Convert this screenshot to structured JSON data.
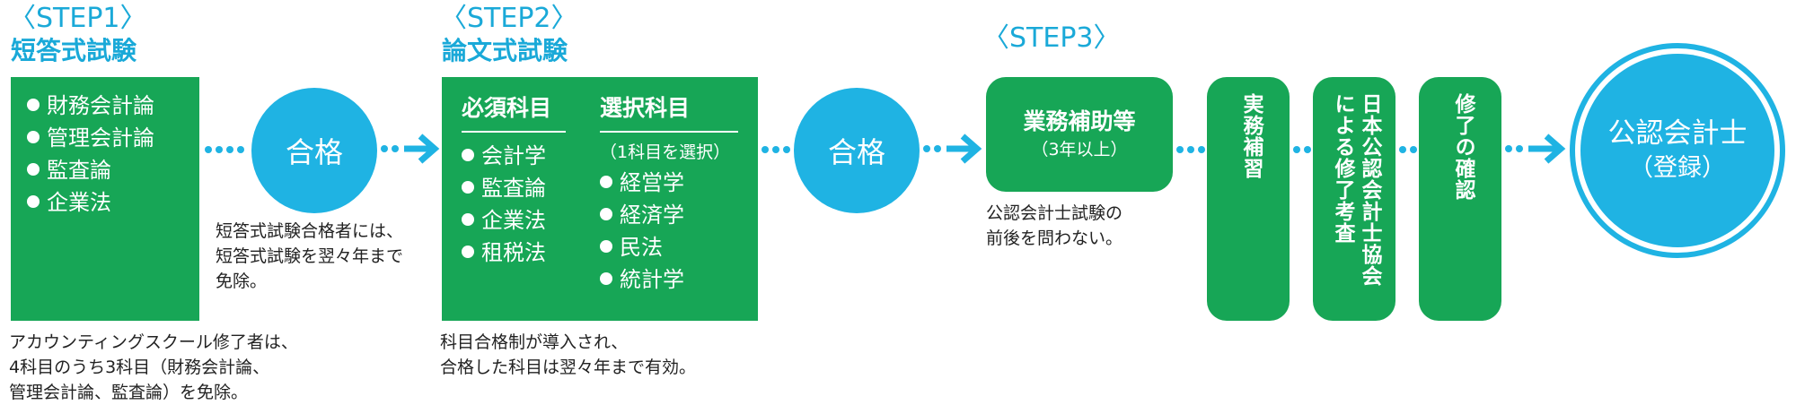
{
  "step1": {
    "label": "〈STEP1〉",
    "title": "短答式試験",
    "items": [
      "財務会計論",
      "管理会計論",
      "監査論",
      "企業法"
    ],
    "note": [
      "アカウンティングスクール修了者は、",
      "4科目のうち3科目（財務会計論、",
      "管理会計論、監査論）を免除。"
    ]
  },
  "pass1": {
    "label": "合格",
    "note": [
      "短答式試験合格者には、",
      "短答式試験を翌々年まで",
      "免除。"
    ]
  },
  "step2": {
    "label": "〈STEP2〉",
    "title": "論文式試験",
    "required_head": "必須科目",
    "required_items": [
      "会計学",
      "監査論",
      "企業法",
      "租税法"
    ],
    "elective_head": "選択科目",
    "elective_sub": "（1科目を選択）",
    "elective_items": [
      "経営学",
      "経済学",
      "民法",
      "統計学"
    ],
    "note": [
      "科目合格制が導入され、",
      "合格した科目は翌々年まで有効。"
    ]
  },
  "pass2": {
    "label": "合格"
  },
  "step3": {
    "label": "〈STEP3〉",
    "box_title": "業務補助等",
    "box_sub": "（3年以上）",
    "note": [
      "公認会計士試験の",
      "前後を問わない。"
    ],
    "practical": "実務補習",
    "review": [
      "日本公認会計士協会",
      "による修了考査"
    ],
    "confirm": "修了の確認"
  },
  "final": {
    "line1": "公認会計士",
    "line2": "（登録）"
  },
  "colors": {
    "green": "#17a656",
    "blue": "#1fb3e3",
    "heading": "#1aa9d8"
  }
}
